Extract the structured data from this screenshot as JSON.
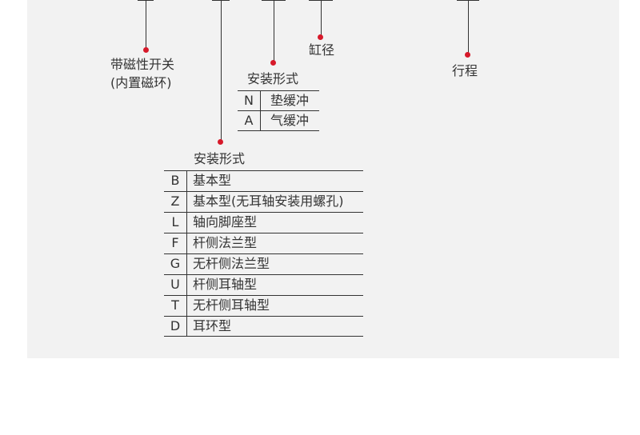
{
  "labels": {
    "magnetic_switch_line1": "带磁性开关",
    "magnetic_switch_line2": "(内置磁环)",
    "bore": "缸径",
    "stroke": "行程"
  },
  "cushion_table": {
    "title": "安装形式",
    "rows": [
      {
        "code": "N",
        "desc": "垫缓冲"
      },
      {
        "code": "A",
        "desc": "气缓冲"
      }
    ]
  },
  "mount_table": {
    "title": "安装形式",
    "rows": [
      {
        "code": "B",
        "desc": "基本型"
      },
      {
        "code": "Z",
        "desc": "基本型(无耳轴安装用螺孔)"
      },
      {
        "code": "L",
        "desc": "轴向脚座型"
      },
      {
        "code": "F",
        "desc": "杆侧法兰型"
      },
      {
        "code": "G",
        "desc": "无杆侧法兰型"
      },
      {
        "code": "U",
        "desc": "杆侧耳轴型"
      },
      {
        "code": "T",
        "desc": "无杆侧耳轴型"
      },
      {
        "code": "D",
        "desc": "耳环型"
      }
    ]
  },
  "colors": {
    "panel_bg": "#f2f2f2",
    "dot": "#d7192a",
    "line": "#333333",
    "accent_title": "#2a63b8"
  }
}
